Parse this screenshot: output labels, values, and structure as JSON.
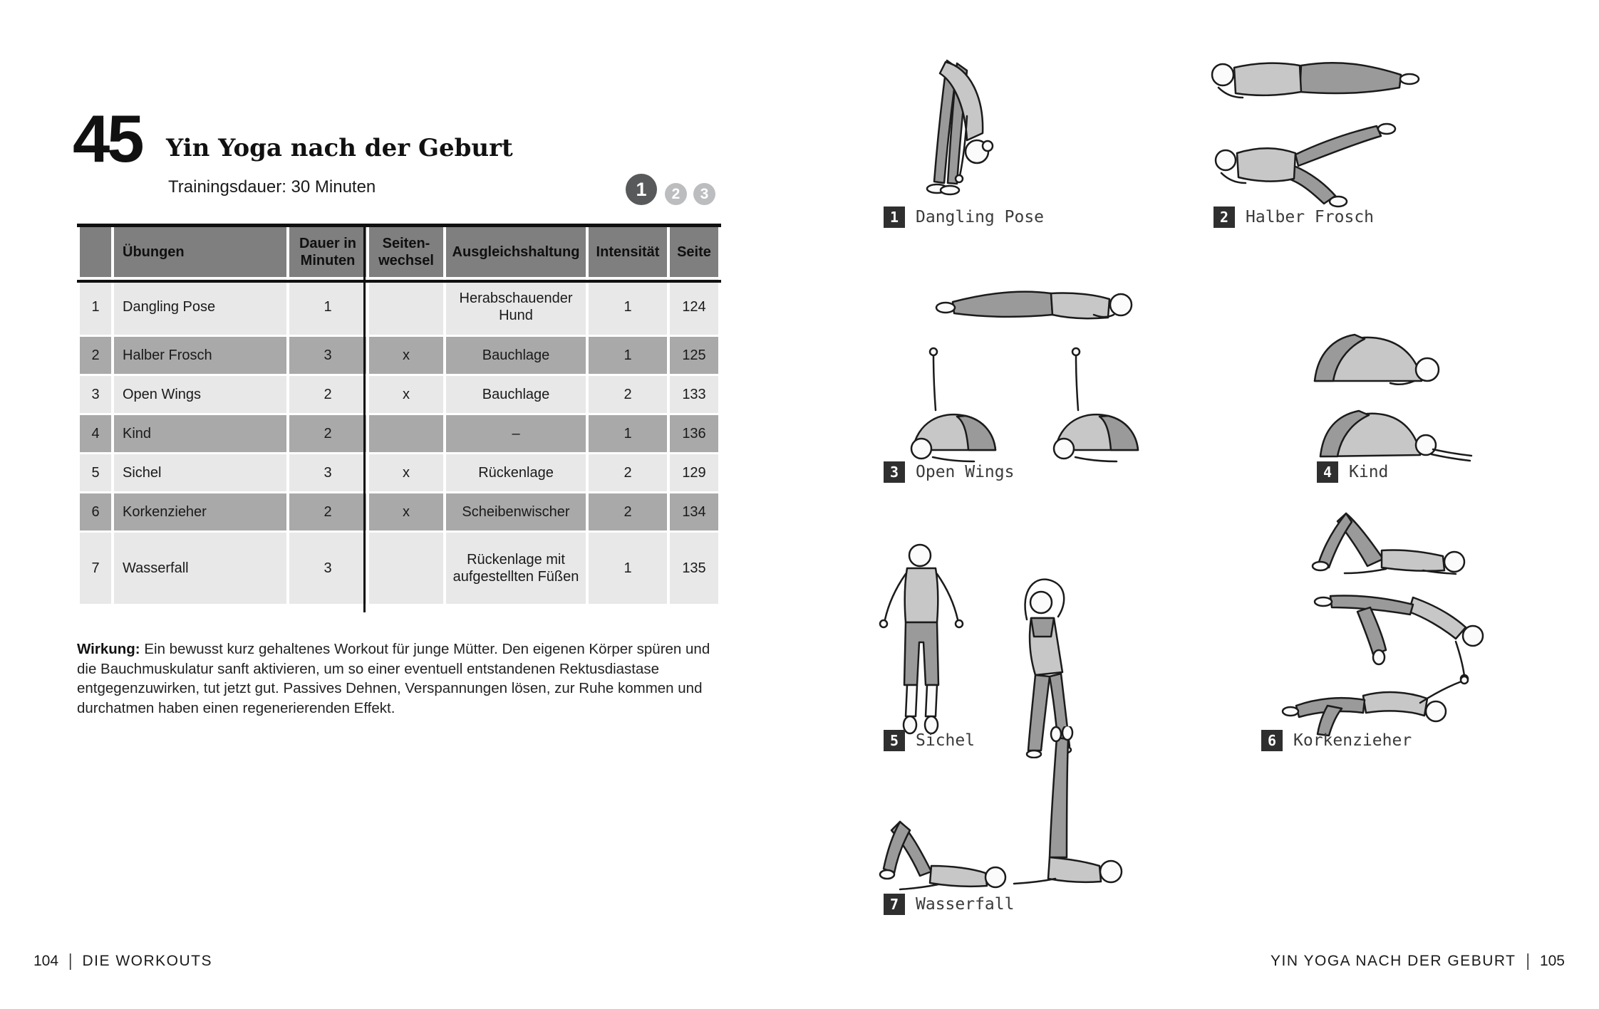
{
  "colors": {
    "table_header_bg": "#7f7f7f",
    "row_light": "#e8e8e8",
    "row_dark": "#a9a9a9",
    "rule_black": "#101010",
    "level_active": "#58595b",
    "level_inactive": "#bcbdbf",
    "pose_badge_bg": "#2f2f2f"
  },
  "left_page": {
    "workout_number": "45",
    "title": "Yin Yoga nach der Geburt",
    "duration": "Trainingsdauer: 30 Minuten",
    "levels": [
      "1",
      "2",
      "3"
    ],
    "table": {
      "headers": {
        "num": "",
        "name": "Übungen",
        "duration": "Dauer in Minuten",
        "side": "Seiten-wechsel",
        "counterpose": "Ausgleichshaltung",
        "intensity": "Intensität",
        "page": "Seite"
      },
      "rows": [
        {
          "num": "1",
          "name": "Dangling Pose",
          "duration": "1",
          "side": "",
          "counterpose": "Herabschauender Hund",
          "intensity": "1",
          "page": "124"
        },
        {
          "num": "2",
          "name": "Halber Frosch",
          "duration": "3",
          "side": "x",
          "counterpose": "Bauchlage",
          "intensity": "1",
          "page": "125"
        },
        {
          "num": "3",
          "name": "Open Wings",
          "duration": "2",
          "side": "x",
          "counterpose": "Bauchlage",
          "intensity": "2",
          "page": "133"
        },
        {
          "num": "4",
          "name": "Kind",
          "duration": "2",
          "side": "",
          "counterpose": "–",
          "intensity": "1",
          "page": "136"
        },
        {
          "num": "5",
          "name": "Sichel",
          "duration": "3",
          "side": "x",
          "counterpose": "Rückenlage",
          "intensity": "2",
          "page": "129"
        },
        {
          "num": "6",
          "name": "Korkenzieher",
          "duration": "2",
          "side": "x",
          "counterpose": "Scheibenwischer",
          "intensity": "2",
          "page": "134"
        },
        {
          "num": "7",
          "name": "Wasserfall",
          "duration": "3",
          "side": "",
          "counterpose": "Rückenlage mit aufgestellten Füßen",
          "intensity": "1",
          "page": "135"
        }
      ]
    },
    "effect_label": "Wirkung:",
    "effect_text": " Ein bewusst kurz gehaltenes Workout für junge Mütter. Den eigenen Körper spüren und die Bauchmuskulatur sanft aktivieren, um so einer eventuell entstandenen Rektusdiastase entgegenzuwirken, tut jetzt gut. Passives Dehnen, Verspannungen lösen, zur Ruhe kommen und durchatmen haben einen regenerierenden Effekt.",
    "footer": {
      "page_number": "104",
      "separator": "|",
      "section": "DIE WORKOUTS"
    }
  },
  "right_page": {
    "poses": [
      {
        "num": "1",
        "label": "Dangling Pose"
      },
      {
        "num": "2",
        "label": "Halber Frosch"
      },
      {
        "num": "3",
        "label": "Open Wings"
      },
      {
        "num": "4",
        "label": "Kind"
      },
      {
        "num": "5",
        "label": "Sichel"
      },
      {
        "num": "6",
        "label": "Korkenzieher"
      },
      {
        "num": "7",
        "label": "Wasserfall"
      }
    ],
    "footer": {
      "section": "YIN YOGA NACH DER GEBURT",
      "separator": "|",
      "page_number": "105"
    }
  }
}
